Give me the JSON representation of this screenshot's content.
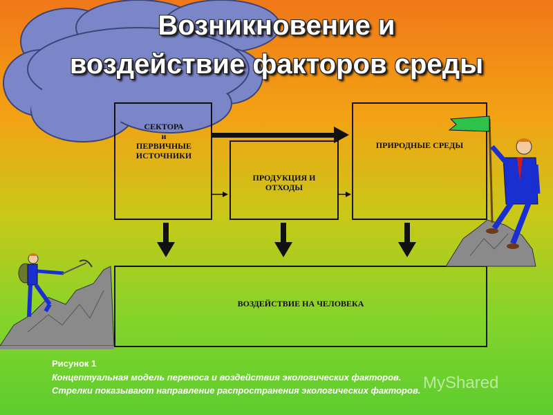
{
  "title": {
    "line1": "Возникновение и",
    "line2": "воздействие факторов среды"
  },
  "boxes": {
    "sectors": [
      "СЕКТОРА",
      "и",
      "ПЕРВИЧНЫЕ",
      "ИСТОЧНИКИ"
    ],
    "products": [
      "ПРОДУКЦИЯ И",
      "ОТХОДЫ"
    ],
    "natural": "ПРИРОДНЫЕ СРЕДЫ",
    "impact": "ВОЗДЕЙСТВИЕ НА ЧЕЛОВЕКА"
  },
  "caption": {
    "figure": "Рисунок 1",
    "line1": "Концептуальная модель переноса и воздействия экологических факторов.",
    "line2": "Стрелки показывают направление распространения экологических факторов."
  },
  "watermark": "MyShared",
  "colors": {
    "cloud": "#7b86c8",
    "suit": "#1a2fd0",
    "tie": "#d01818",
    "flag": "#2ec24a"
  }
}
